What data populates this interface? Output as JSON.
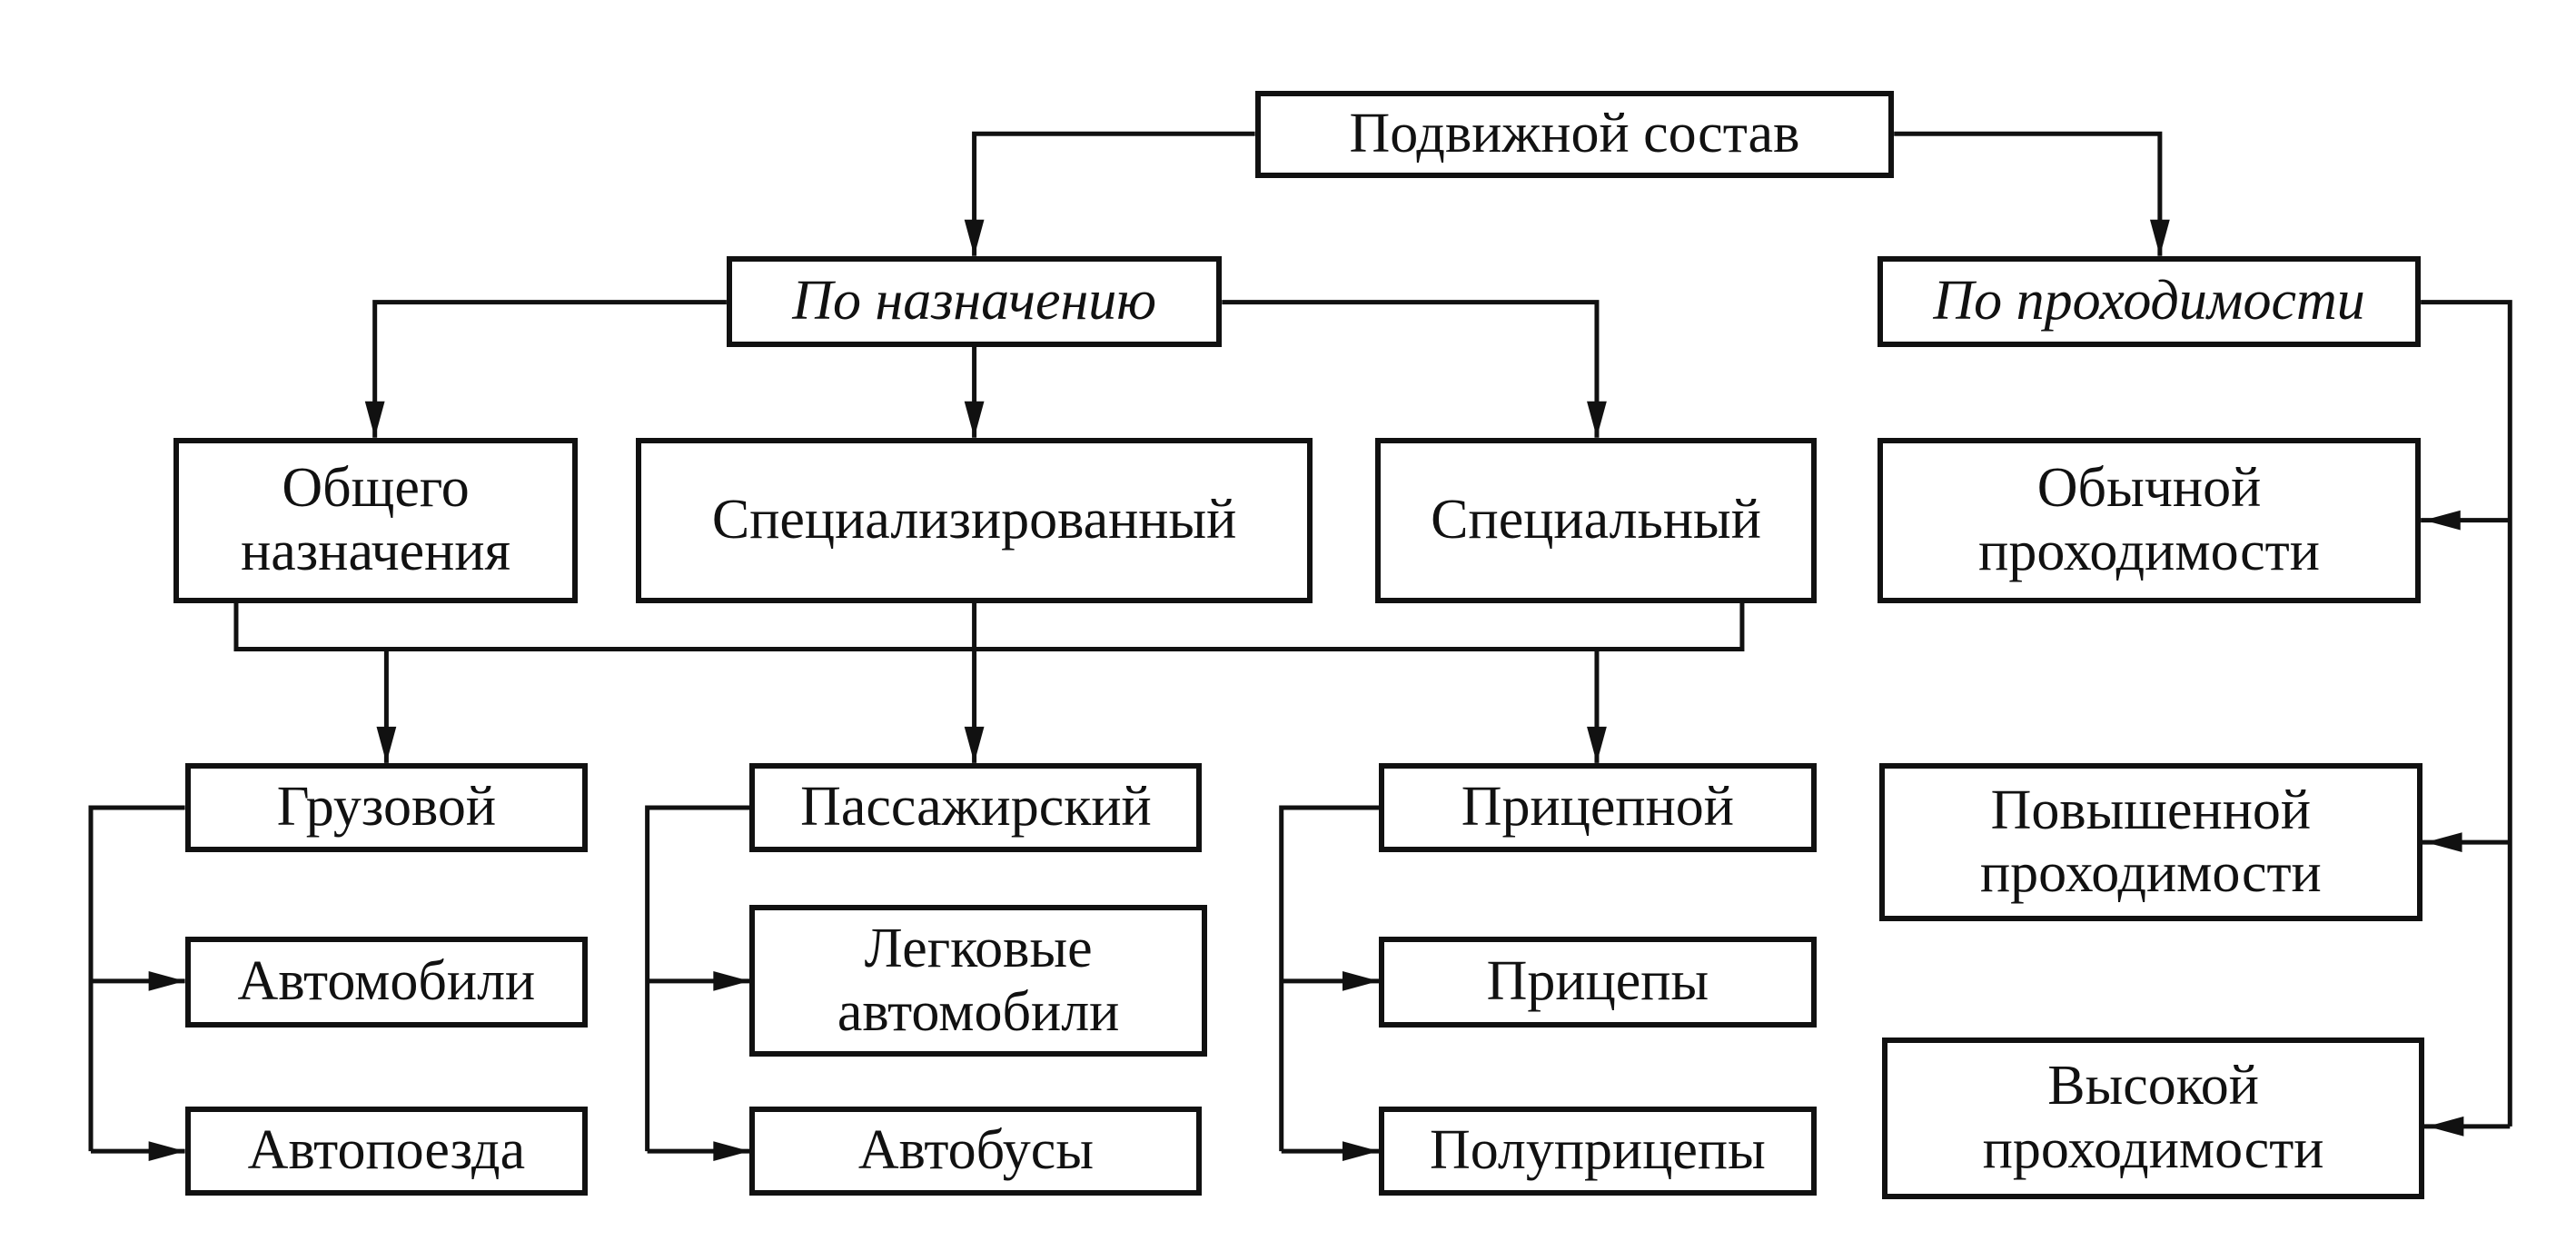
{
  "diagram": {
    "root": {
      "label": "Подвижной состав"
    },
    "categories": [
      {
        "id": "purpose",
        "label": "По назначению",
        "italic": true
      },
      {
        "id": "passability",
        "label": "По проходимости",
        "italic": true
      }
    ],
    "purpose_types": [
      {
        "id": "general",
        "label": "Общего\nназначения"
      },
      {
        "id": "specialized",
        "label": "Специализированный"
      },
      {
        "id": "special",
        "label": "Специальный"
      }
    ],
    "passability_types": [
      {
        "id": "normal",
        "label": "Обычной\nпроходимости"
      },
      {
        "id": "increased",
        "label": "Повышенной\nпроходимости"
      },
      {
        "id": "high",
        "label": "Высокой\nпроходимости"
      }
    ],
    "groups": [
      {
        "id": "cargo",
        "label": "Грузовой",
        "children": [
          "Автомобили",
          "Автопоезда"
        ]
      },
      {
        "id": "passenger",
        "label": "Пассажирский",
        "children": [
          "Легковые\nавтомобили",
          "Автобусы"
        ]
      },
      {
        "id": "trailer",
        "label": "Прицепной",
        "children": [
          "Прицепы",
          "Полуприцепы"
        ]
      }
    ],
    "colors": {
      "stroke": "#111111",
      "background": "#ffffff"
    }
  }
}
